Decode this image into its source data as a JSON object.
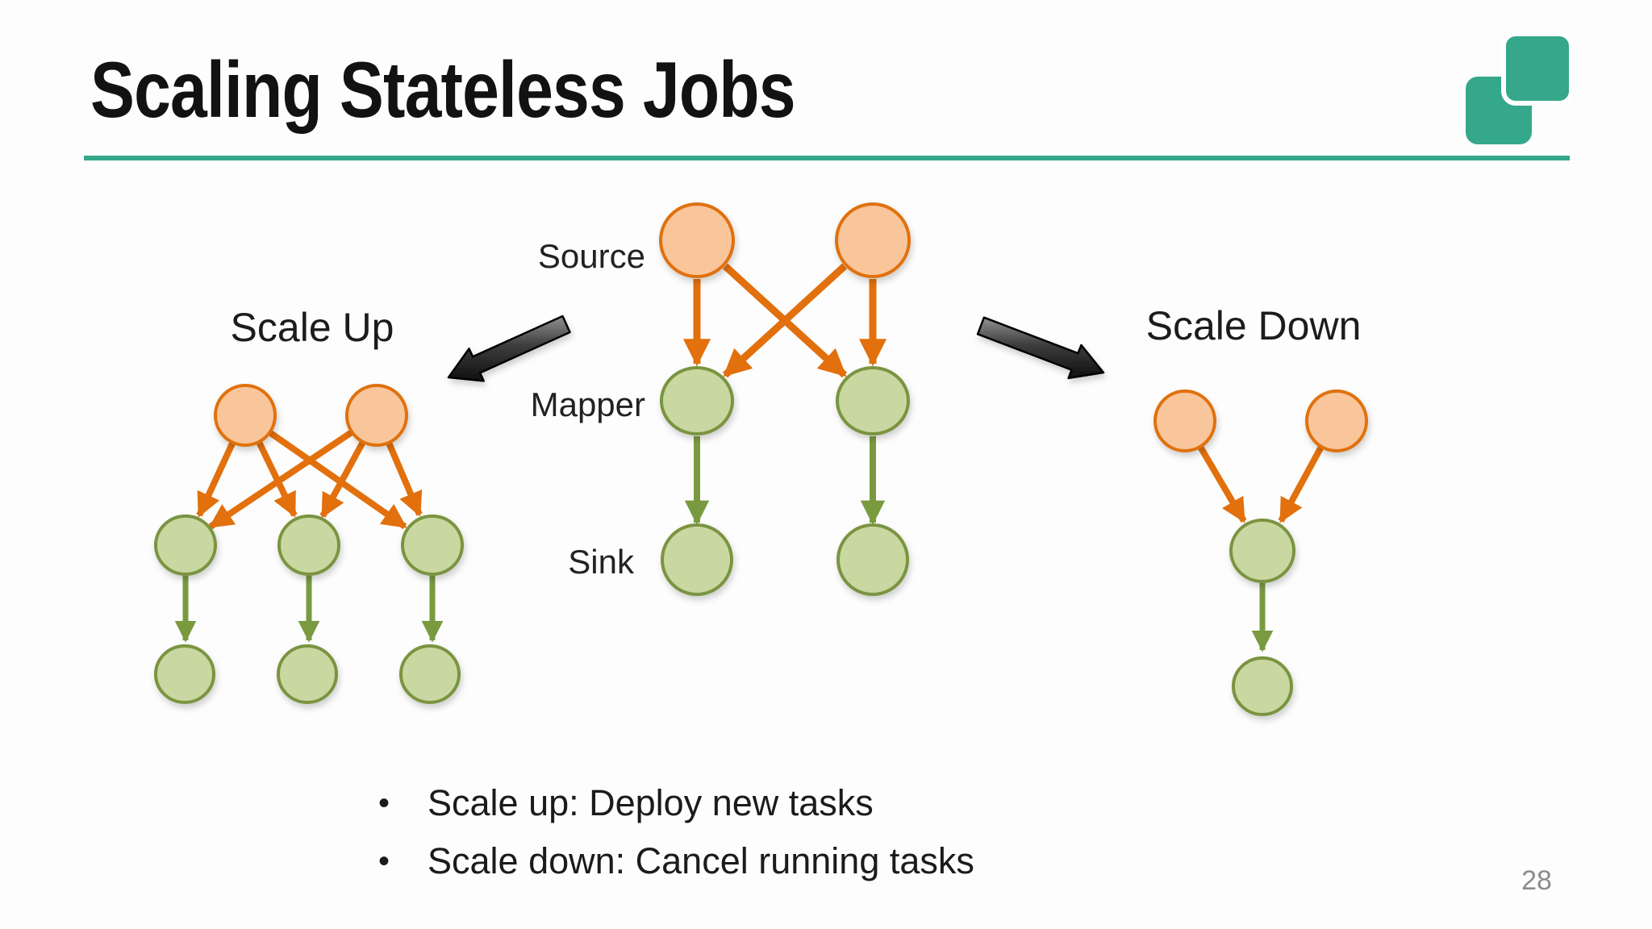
{
  "slide": {
    "title": "Scaling Stateless Jobs",
    "page_number": "28"
  },
  "labels": {
    "scale_up": "Scale Up",
    "scale_down": "Scale Down",
    "source": "Source",
    "mapper": "Mapper",
    "sink": "Sink"
  },
  "bullets": [
    {
      "text": "Scale up: Deploy new tasks"
    },
    {
      "text": "Scale down: Cancel running tasks"
    }
  ],
  "icons": {
    "logo": "two-overlapping-rounded-squares"
  },
  "colors": {
    "accent_teal": "#35A78B",
    "node_orange_fill": "#F9C59B",
    "node_orange_stroke": "#E0710E",
    "node_green_fill": "#C9D8A1",
    "node_green_stroke": "#7A9440",
    "arrow_orange": "#E2700D",
    "arrow_green": "#7A9A40"
  }
}
